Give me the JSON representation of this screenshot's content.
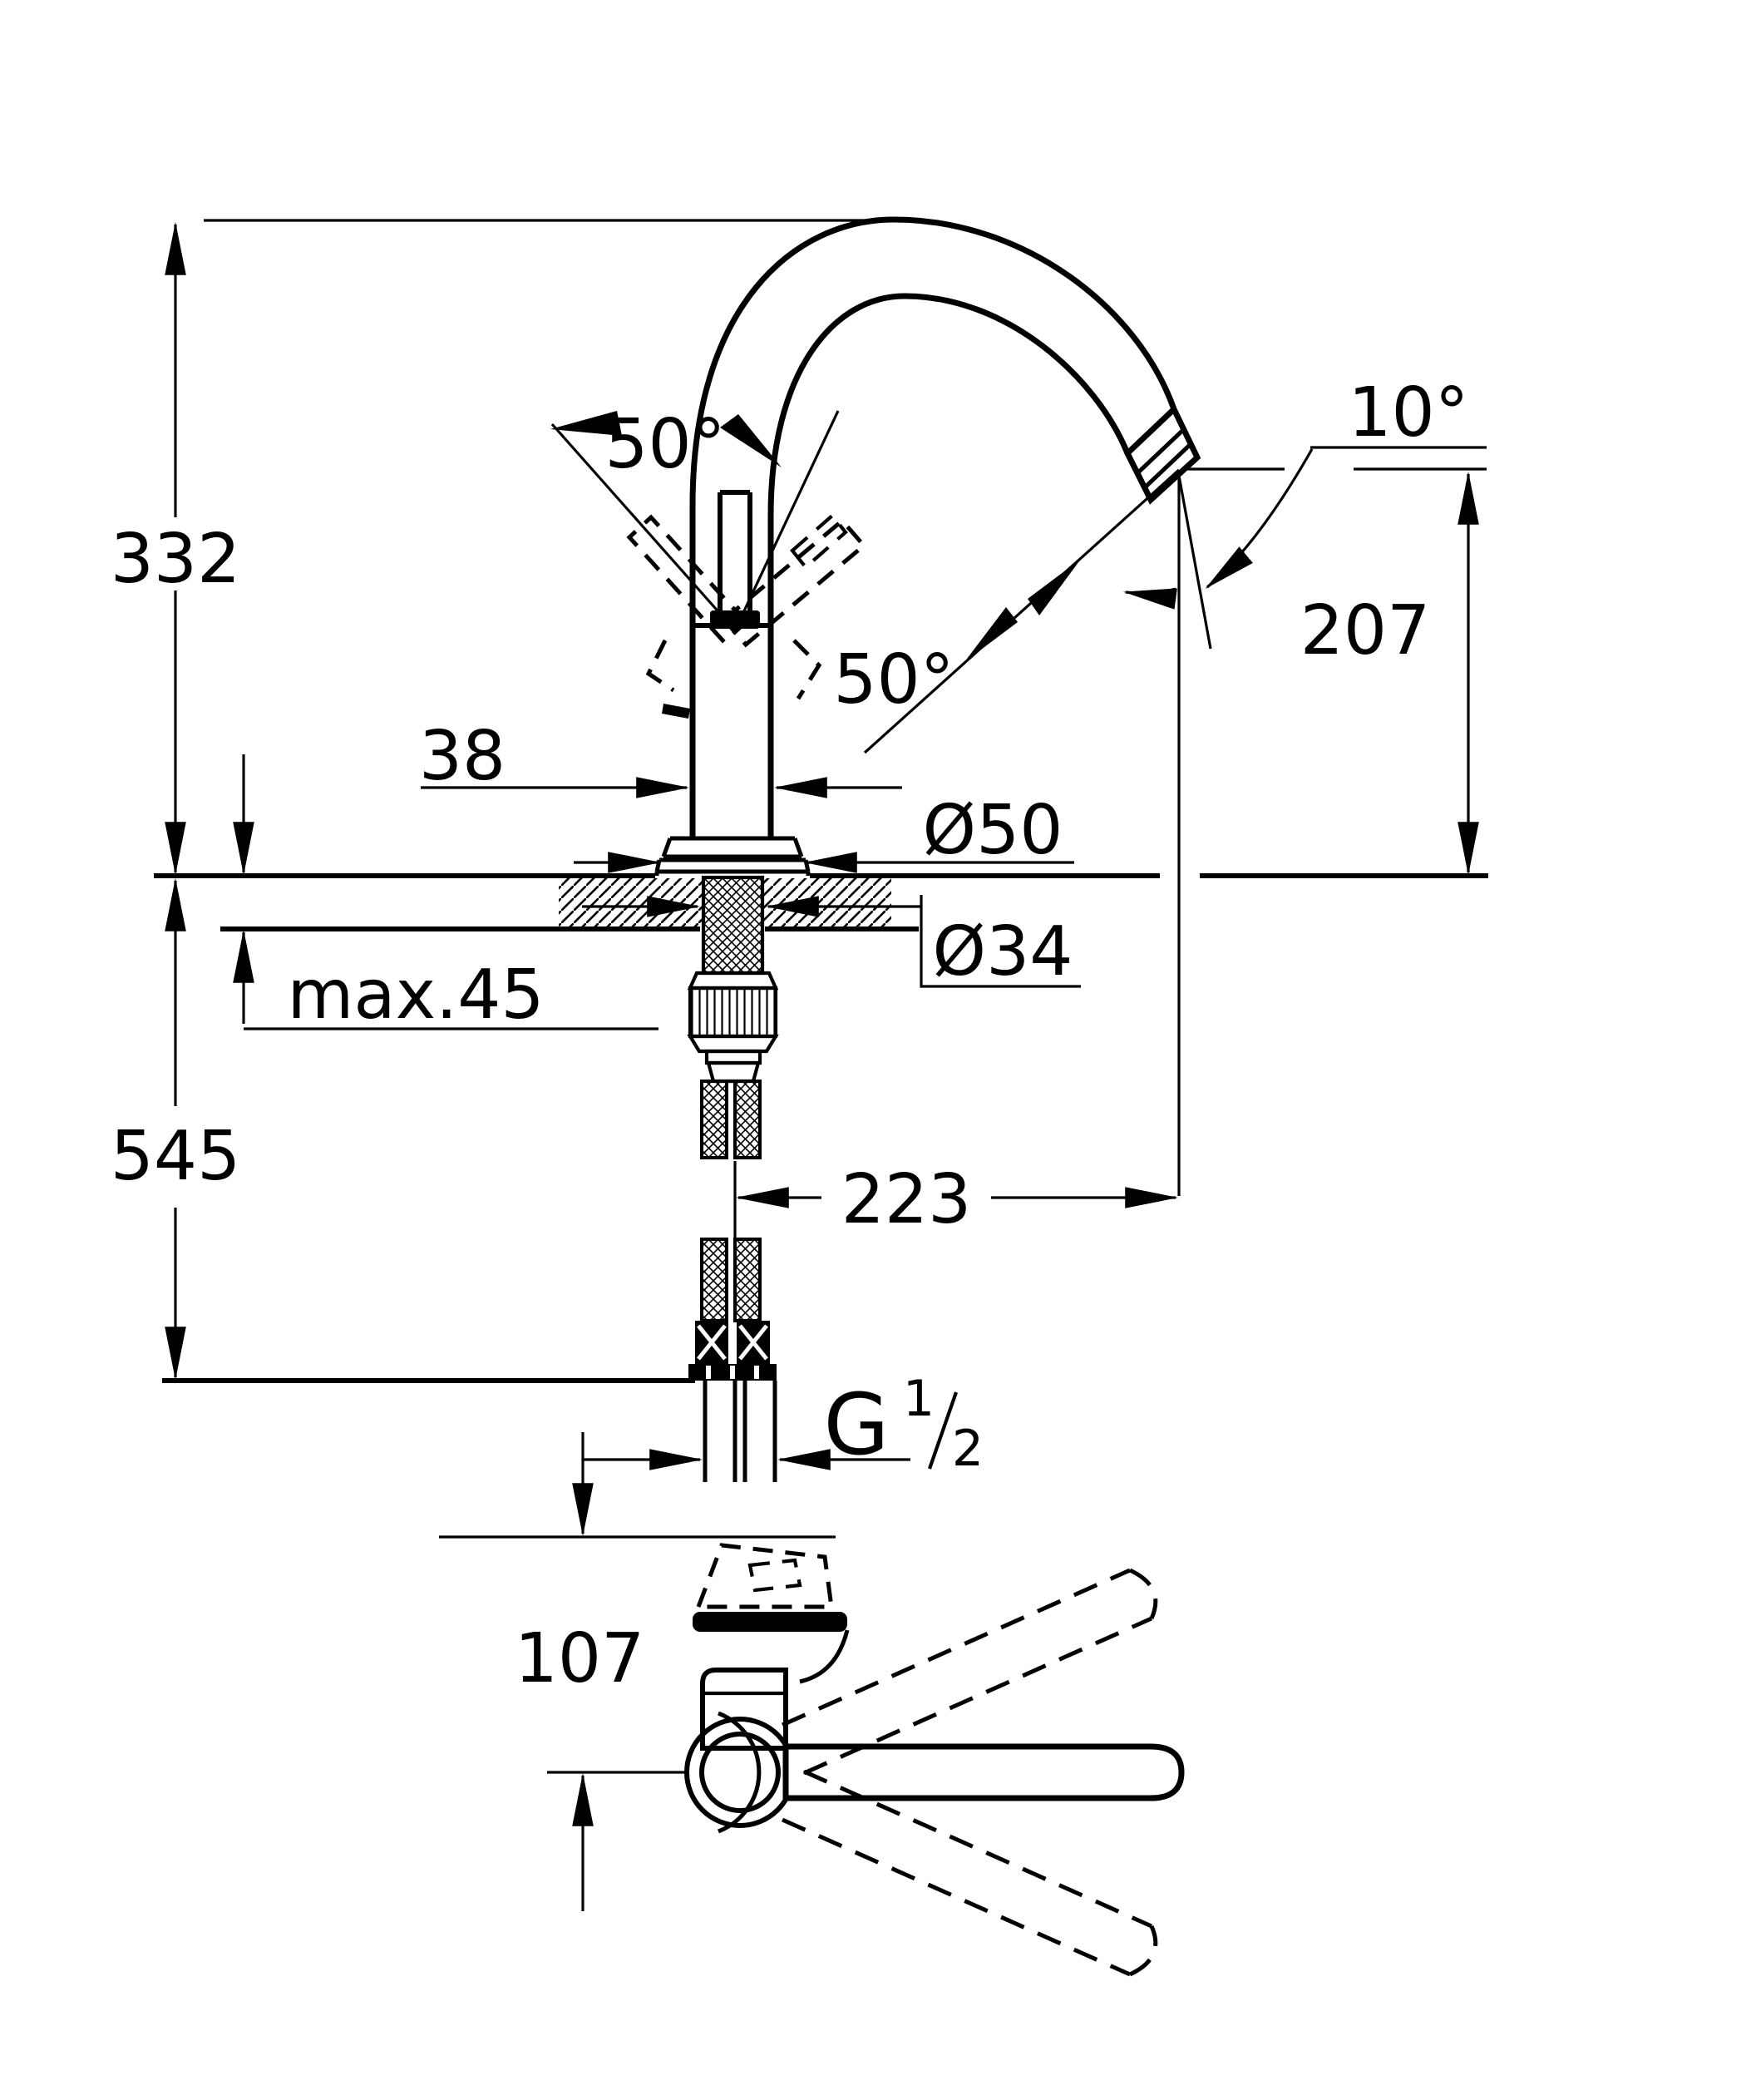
{
  "page": {
    "background": "#ffffff",
    "line_color": "#000000"
  },
  "diagram": {
    "type": "technical-dimension-drawing",
    "subject": "single-lever kitchen sink mixer tap - front elevation with installation cross-section and plan view",
    "views": [
      "front-elevation",
      "plan-view"
    ],
    "labels": {
      "total_height": "332",
      "height_below_deck": "545",
      "spout_outlet_height": "207",
      "spout_reach": "223",
      "handle_angle_front": "50°",
      "handle_angle_open": "50°",
      "spout_outlet_angle": "10°",
      "body_width": "38",
      "base_diameter": "Ø50",
      "mounting_hole_diameter": "Ø34",
      "max_counter_thickness": "max.45",
      "thread_letter": "G",
      "thread_numerator": "1",
      "thread_denominator": "2",
      "plan_handle_projection": "107"
    }
  }
}
